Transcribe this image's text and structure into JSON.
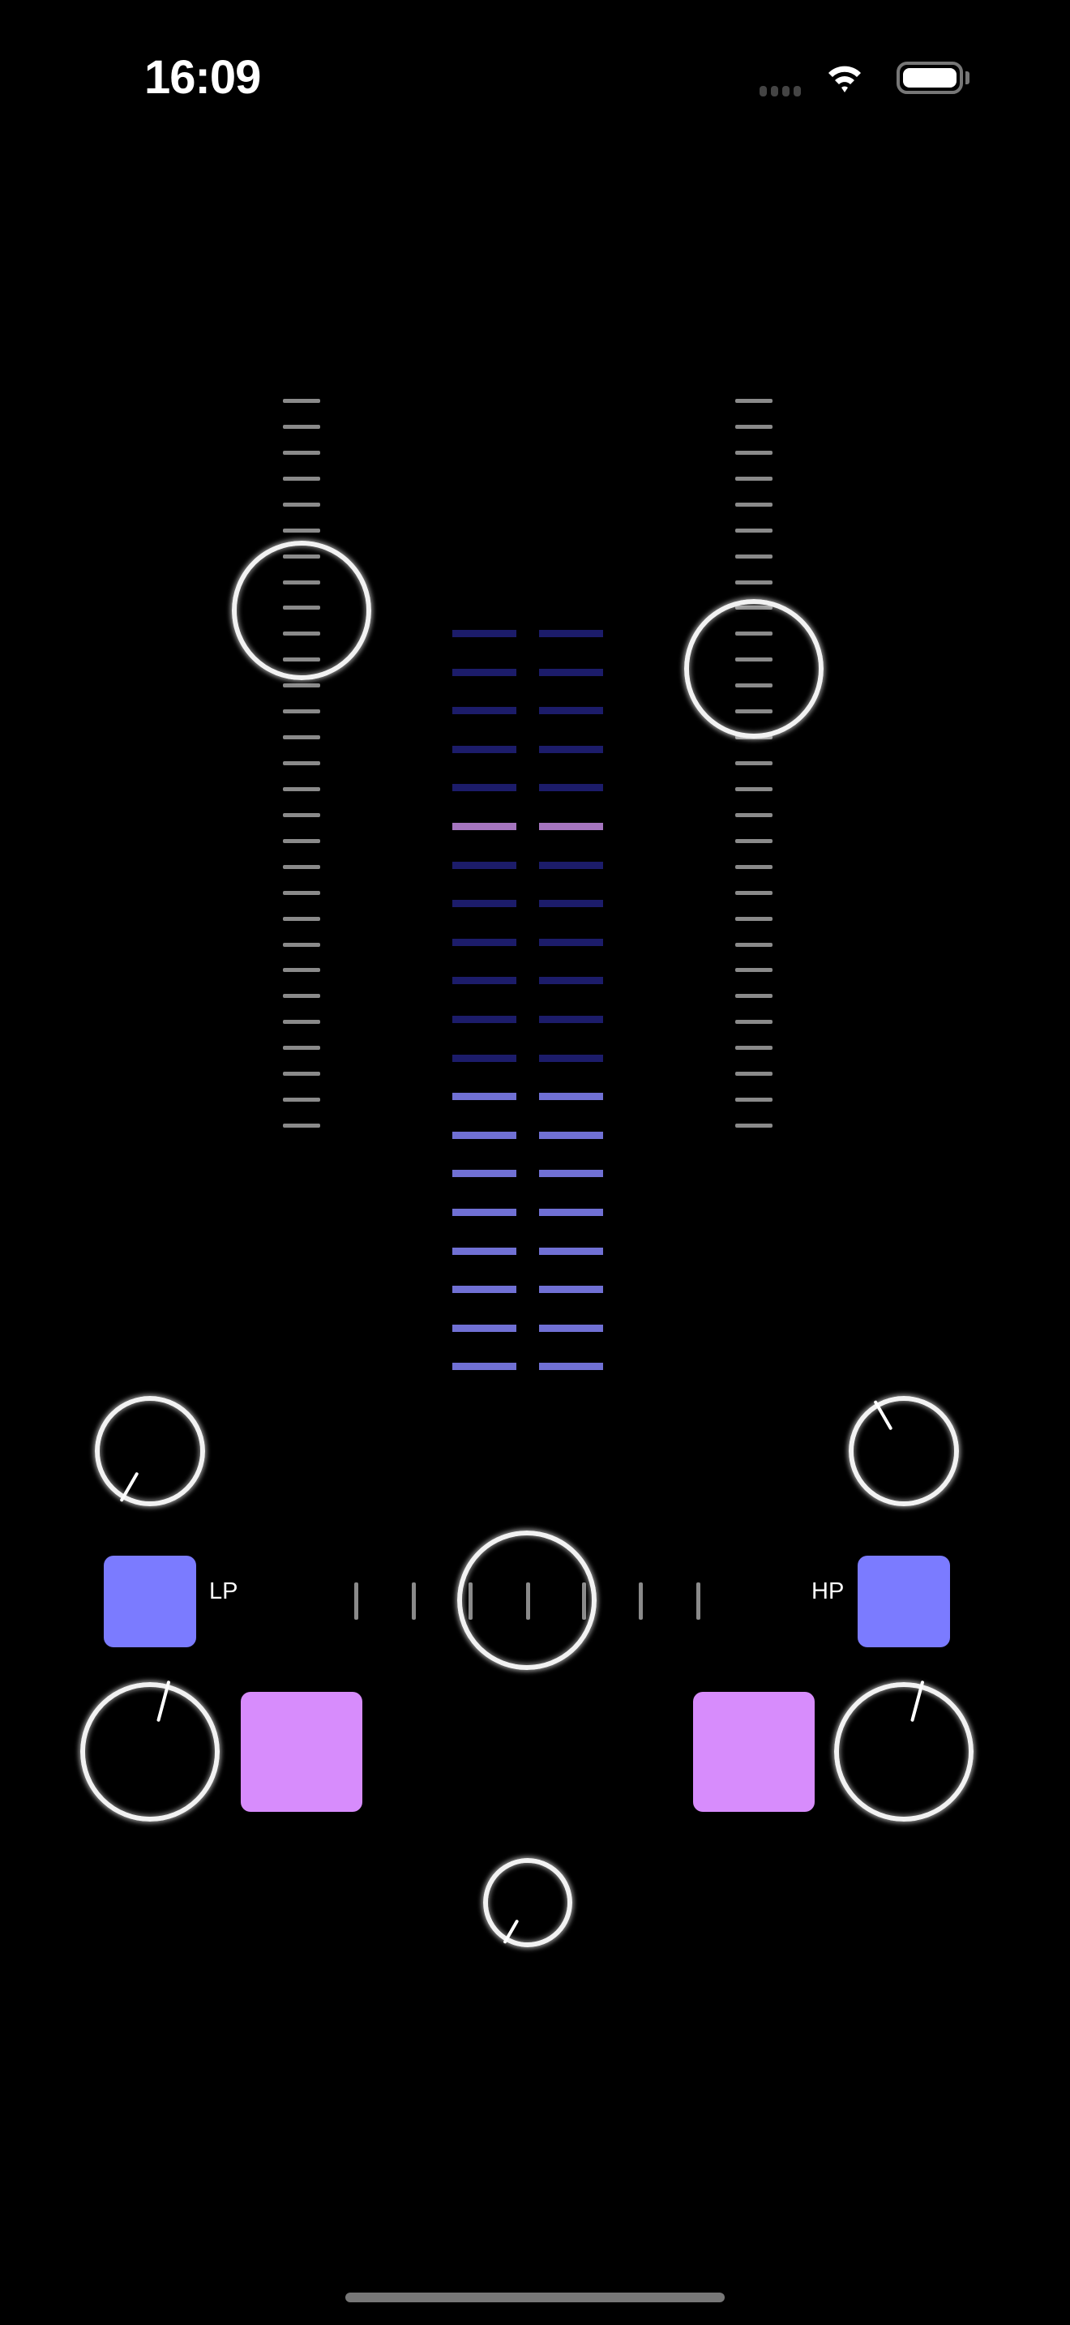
{
  "status_bar": {
    "time": "16:09",
    "wifi_icon": "wifi-icon",
    "battery_icon": "battery-icon"
  },
  "colors": {
    "meter_off": "#1c1c6a",
    "meter_on": "#7070d4",
    "meter_peak": "#a575bf",
    "filter_button": "#7b7bff",
    "pad": "#d78cfc"
  },
  "faders": [
    {
      "name": "left-channel-fader",
      "value": 0.71
    },
    {
      "name": "right-channel-fader",
      "value": 0.63
    }
  ],
  "meter": {
    "segments": 20,
    "level": 8,
    "peak": 15
  },
  "crossfader": {
    "value": 0.5
  },
  "knobs": {
    "top_left": 0.0,
    "top_right": 0.4,
    "bottom_left": 0.55,
    "bottom_right": 0.55,
    "bottom_center": 0.0
  },
  "filters": {
    "lp_label": "LP",
    "hp_label": "HP"
  }
}
